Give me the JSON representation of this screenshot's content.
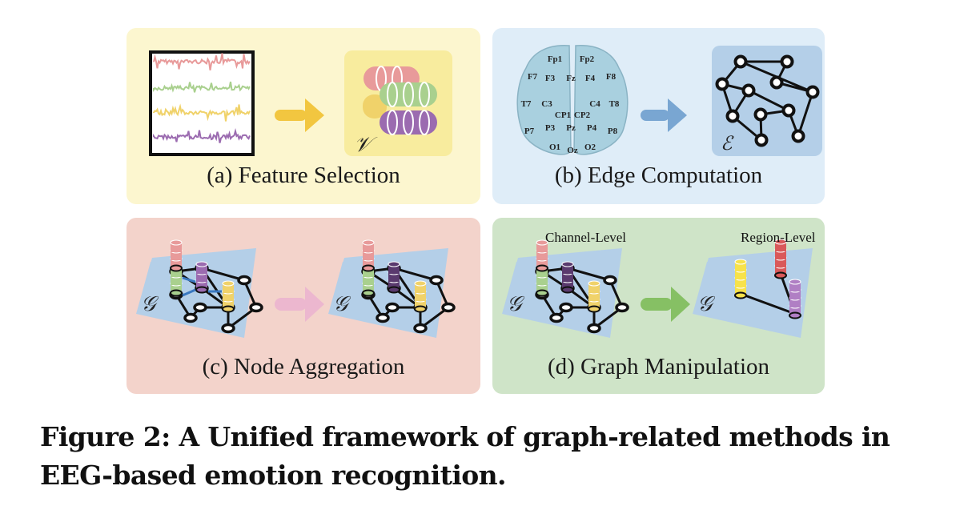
{
  "figure": {
    "caption_line1": "Figure 2: A Unified framework of graph-related methods in",
    "caption_line2": "EEG-based emotion recognition."
  },
  "panels": {
    "a": {
      "title": "(a) Feature Selection",
      "symbol": "𝒱",
      "bg": "#fcf6cf",
      "signals": [
        "#e89a9a",
        "#a9d08e",
        "#f0d26a",
        "#9b6bb0"
      ]
    },
    "b": {
      "title": "(b) Edge Computation",
      "symbol": "ℰ",
      "bg": "#dfedf8",
      "electrodes": [
        "Fp1",
        "Fp2",
        "F7",
        "F3",
        "Fz",
        "F4",
        "F8",
        "T7",
        "C3",
        "C4",
        "T8",
        "CP1",
        "CP2",
        "P7",
        "P3",
        "Pz",
        "P4",
        "P8",
        "O1",
        "Oz",
        "O2"
      ]
    },
    "c": {
      "title": "(c) Node Aggregation",
      "symbol": "𝒢",
      "bg": "#f3d3cb"
    },
    "d": {
      "title": "(d) Graph Manipulation",
      "symbol": "𝒢",
      "bg": "#cfe4c8",
      "left_label": "Channel-Level",
      "right_label": "Region-Level"
    }
  },
  "colors": {
    "arrow_a": "#f2c640",
    "arrow_b": "#79a6d2",
    "arrow_c": "#ecb7cf",
    "arrow_d": "#86c064",
    "graph_bg": "#b4cfe8"
  }
}
